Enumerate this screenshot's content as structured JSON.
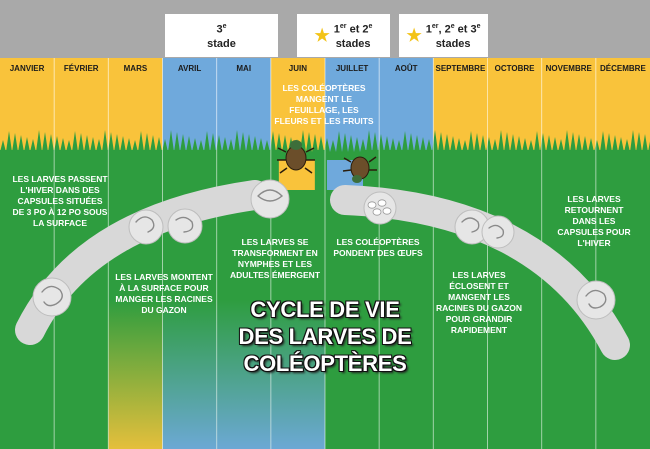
{
  "months": [
    "JANVIER",
    "FÉVRIER",
    "MARS",
    "AVRIL",
    "MAI",
    "JUIN",
    "JUILLET",
    "AOÛT",
    "SEPTEMBRE",
    "OCTOBRE",
    "NOVEMBRE",
    "DÉCEMBRE"
  ],
  "headers": {
    "stade3": {
      "number": "3",
      "sup": "e",
      "word": "stade"
    },
    "stade12": {
      "n1": "1",
      "sup1": "er",
      "mid": " et 2",
      "sup2": "e",
      "word": "stades"
    },
    "stade123": {
      "n1": "1",
      "sup1": "er",
      "mid1": ", 2",
      "sup2": "e",
      "mid2": " et 3",
      "sup3": "e",
      "word": "stades"
    }
  },
  "notes": {
    "beetles_eat": "LES COLÉOPTÈRES MANGENT LE FEUILLAGE, LES FLEURS ET LES FRUITS",
    "winter": "LES LARVES PASSENT L'HIVER DANS DES CAPSULES SITUÉES DE 3 po À 12 po SOUS LA SURFACE",
    "rise": "LES LARVES MONTENT À LA SURFACE POUR MANGER LES RACINES DU GAZON",
    "transform": "LES LARVES SE TRANSFORMENT EN NYMPHES ET LES ADULTES ÉMERGENT",
    "lay_eggs": "LES COLÉOPTÈRES PONDENT DES ŒUFS",
    "hatch": "LES LARVES ÉCLOSENT ET MANGENT LES RACINES DU GAZON POUR GRANDIR RAPIDEMENT",
    "return": "LES LARVES RETOURNENT DANS LES CAPSULES POUR L'HIVER"
  },
  "title": {
    "line1": "CYCLE DE VIE",
    "line2": "DES LARVES DE",
    "line3": "COLÉOPTÈRES"
  },
  "colors": {
    "header_band": "#a9a9a9",
    "winter_yellow": "#f9c33b",
    "spring_blue": "#6fa9dc",
    "grass_green": "#2e9d3f",
    "green_light": "#3aa84a",
    "path_gray": "#d8d8d8",
    "star_yellow": "#f3c317"
  },
  "icons": [
    "star-icon",
    "grub-icon",
    "pupa-icon",
    "beetle-icon",
    "egg-icon",
    "grass-icon"
  ]
}
